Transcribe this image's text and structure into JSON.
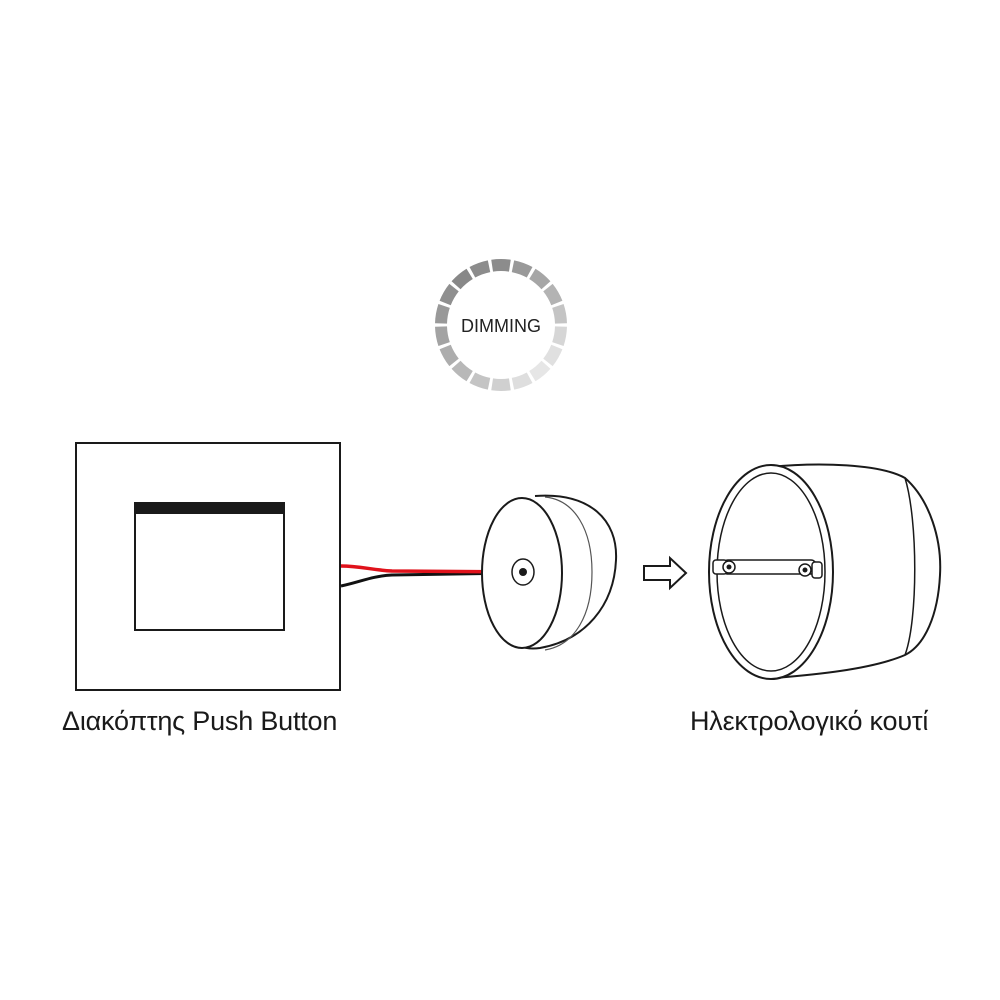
{
  "dimming_badge": {
    "text": "DIMMING",
    "segment_colors": [
      "#8c8c8c",
      "#8c8c8c",
      "#999999",
      "#a6a6a6",
      "#b3b3b3",
      "#c4c4c4",
      "#d6d6d6",
      "#e0e0e0",
      "#e6e6e6",
      "#dedede",
      "#d0d0d0",
      "#c4c4c4",
      "#b8b8b8",
      "#adadad",
      "#a3a3a3",
      "#999999",
      "#8f8f8f",
      "#888888"
    ]
  },
  "labels": {
    "switch": "Διακόπτης Push Button",
    "box": "Ηλεκτρολογικό κουτί"
  },
  "wire_colors": {
    "red": "#e0121b",
    "black": "#111111"
  },
  "arrow_icon": "outline-right-arrow"
}
